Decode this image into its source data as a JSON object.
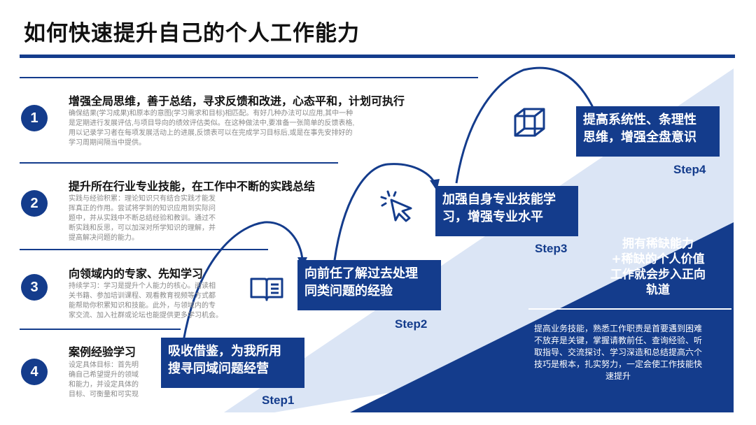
{
  "title": "如何快速提升自己的个人工作能力",
  "items": [
    {
      "num": "1",
      "title": "增强全局思维，善于总结，寻求反馈和改进，心态平和，计划可执行",
      "lines": [
        "确保结果(学习成果)和原本的意图(学习需求和目标)相匹配。有好几种办法可以应用,其中一种",
        "是定期进行发展评估,与项目导向的绩效评估类似。在这种做法中,要准备一张简单的反馈表格,",
        "用以记录学习者在每项发展活动上的进展,反馈表可以在完成学习目标后,或是在事先安排好的",
        "学习周期间隔当中提供。"
      ]
    },
    {
      "num": "2",
      "title": "提升所在行业专业技能，在工作中不断的实践总结",
      "lines": [
        "实践与经验积累：理论知识只有结合实践才能发",
        "挥真正的作用。尝试将学到的知识应用到实际问",
        "题中，并从实践中不断总结经验和教训。通过不",
        "断实践和反思，可以加深对所学知识的理解，并",
        "提高解决问题的能力。"
      ]
    },
    {
      "num": "3",
      "title": "向领域内的专家、先知学习",
      "lines": [
        "持续学习：学习是提升个人能力的核心。阅读相",
        "关书籍、参加培训课程、观看教育视频等方式都",
        "能帮助你积累知识和技能。此外，与领域内的专",
        "家交流、加入社群或论坛也能提供更多学习机会。"
      ]
    },
    {
      "num": "4",
      "title": "案例经验学习",
      "lines": [
        "设定具体目标：首先明",
        "确自己希望提升的领域",
        "和能力，并设定具体的",
        "目标、可衡量和可实现"
      ]
    }
  ],
  "steps": [
    {
      "label": "Step1",
      "box_lines": [
        "吸收借鉴，为我所用",
        "搜寻同域问题经营"
      ]
    },
    {
      "label": "Step2",
      "box_lines": [
        "向前任了解过去处理",
        "同类问题的经验"
      ]
    },
    {
      "label": "Step3",
      "box_lines": [
        "加强自身专业技能学",
        "习，增强专业水平"
      ]
    },
    {
      "label": "Step4",
      "box_lines": [
        "提高系统性、条理性",
        "思维，增强全盘意识"
      ]
    }
  ],
  "summary": {
    "title_lines": [
      "拥有稀缺能力",
      "+稀缺的个人价值",
      "工作就会步入正向",
      "轨道"
    ],
    "text_lines": [
      "提高业务技能，熟悉工作职责是首要遇到困难",
      "不放弃是关键，掌握请教前任、查询经验、听",
      "取指导、交流探讨、学习深造和总结提高六个",
      "技巧是根本，扎实努力，一定会使工作技能快",
      "速提升"
    ]
  },
  "icons": [
    "book-icon",
    "cursor-click-icon",
    "cube-icon"
  ],
  "colors": {
    "primary": "#143c8c",
    "light_blue": "#dbe5f5"
  }
}
